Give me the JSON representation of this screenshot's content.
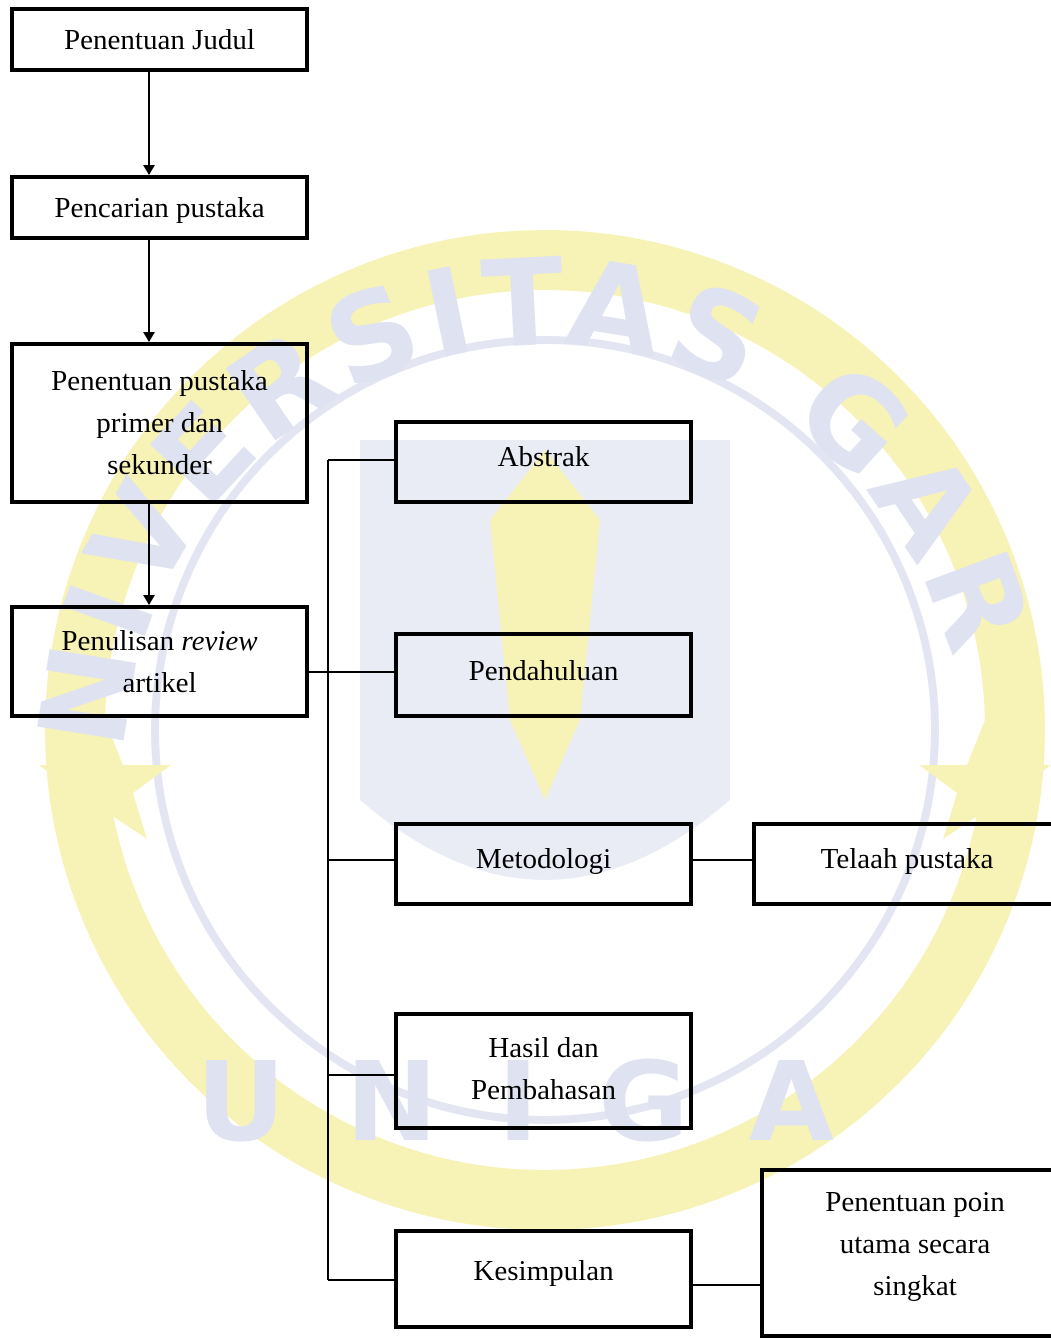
{
  "diagram": {
    "nodes": [
      {
        "id": "penentuan-judul",
        "lines": [
          "Penentuan Judul"
        ]
      },
      {
        "id": "pencarian-pustaka",
        "lines": [
          "Pencarian pustaka"
        ]
      },
      {
        "id": "penentuan-pustaka",
        "lines": [
          "Penentuan pustaka",
          "primer dan",
          "sekunder"
        ]
      },
      {
        "id": "penulisan-review",
        "line1_prefix": "Penulisan ",
        "line1_emph": "review",
        "line2": "artikel"
      },
      {
        "id": "abstrak",
        "lines": [
          "Abstrak"
        ]
      },
      {
        "id": "pendahuluan",
        "lines": [
          "Pendahuluan"
        ]
      },
      {
        "id": "metodologi",
        "lines": [
          "Metodologi"
        ]
      },
      {
        "id": "hasil-pembahasan",
        "lines": [
          "Hasil dan",
          "Pembahasan"
        ]
      },
      {
        "id": "kesimpulan",
        "lines": [
          "Kesimpulan"
        ]
      },
      {
        "id": "telaah-pustaka",
        "lines": [
          "Telaah pustaka"
        ]
      },
      {
        "id": "penentuan-poin",
        "lines": [
          "Penentuan poin",
          "utama secara",
          "singkat"
        ]
      }
    ],
    "edges": [
      {
        "from": "penentuan-judul",
        "to": "pencarian-pustaka",
        "type": "arrow"
      },
      {
        "from": "pencarian-pustaka",
        "to": "penentuan-pustaka",
        "type": "arrow"
      },
      {
        "from": "penentuan-pustaka",
        "to": "penulisan-review",
        "type": "arrow"
      },
      {
        "from": "penulisan-review",
        "to": "abstrak",
        "type": "line"
      },
      {
        "from": "penulisan-review",
        "to": "pendahuluan",
        "type": "line"
      },
      {
        "from": "penulisan-review",
        "to": "metodologi",
        "type": "line"
      },
      {
        "from": "penulisan-review",
        "to": "hasil-pembahasan",
        "type": "line"
      },
      {
        "from": "penulisan-review",
        "to": "kesimpulan",
        "type": "line"
      },
      {
        "from": "metodologi",
        "to": "telaah-pustaka",
        "type": "line"
      },
      {
        "from": "kesimpulan",
        "to": "penentuan-poin",
        "type": "line"
      }
    ]
  },
  "watermark": {
    "text_top": "UNIVERSITAS GARUT",
    "text_bottom": "UNIGA",
    "colors": {
      "yellow": "#f7f2b5",
      "blue": "#dfe2f0"
    }
  }
}
